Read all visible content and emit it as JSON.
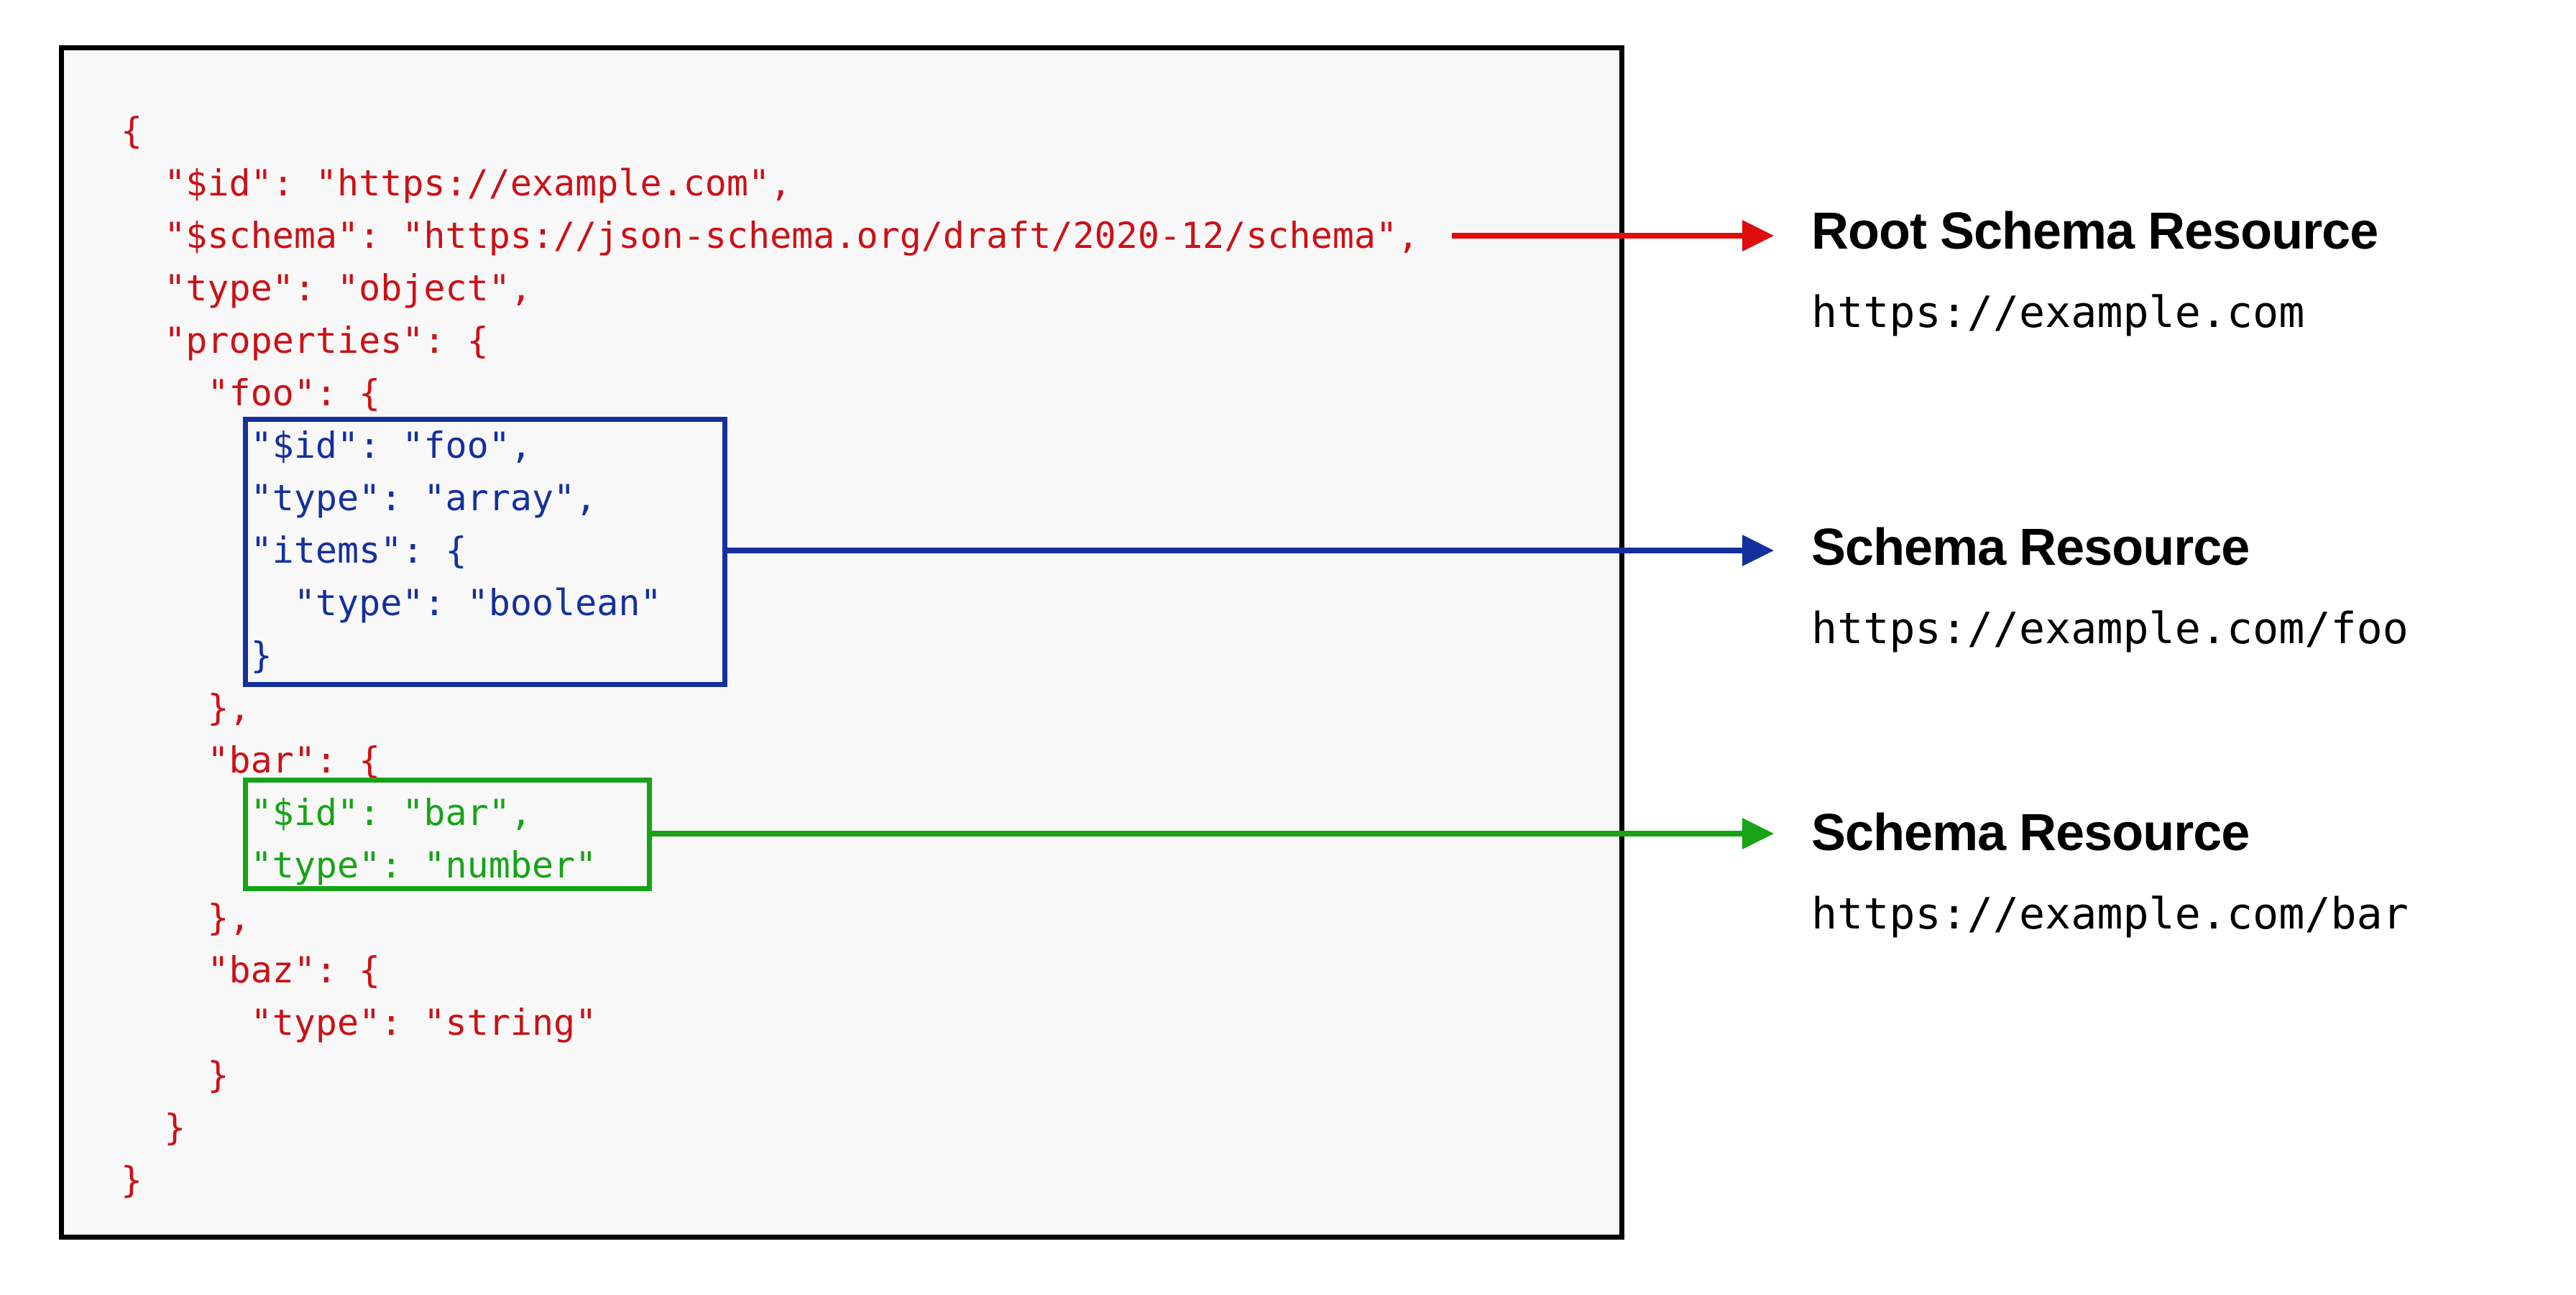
{
  "colors": {
    "red_text": "#cb1117",
    "red_arrow": "#de0e0e",
    "blue": "#14309e",
    "green": "#17a317",
    "panel_bg": "#f8f8f8",
    "panel_border": "#000000",
    "label_text": "#000000",
    "page_bg": "#ffffff"
  },
  "code": {
    "lines": [
      {
        "t": "{",
        "c": "red"
      },
      {
        "t": "  \"$id\": \"https://example.com\",",
        "c": "red"
      },
      {
        "t": "  \"$schema\": \"https://json-schema.org/draft/2020-12/schema\",",
        "c": "red"
      },
      {
        "t": "  \"type\": \"object\",",
        "c": "red"
      },
      {
        "t": "  \"properties\": {",
        "c": "red"
      },
      {
        "t": "    \"foo\": {",
        "c": "red"
      },
      {
        "t": "      \"$id\": \"foo\",",
        "c": "blue"
      },
      {
        "t": "      \"type\": \"array\",",
        "c": "blue"
      },
      {
        "t": "      \"items\": {",
        "c": "blue"
      },
      {
        "t": "        \"type\": \"boolean\"",
        "c": "blue"
      },
      {
        "t": "      }",
        "c": "blue"
      },
      {
        "t": "    },",
        "c": "red"
      },
      {
        "t": "    \"bar\": {",
        "c": "red"
      },
      {
        "t": "      \"$id\": \"bar\",",
        "c": "green"
      },
      {
        "t": "      \"type\": \"number\"",
        "c": "green"
      },
      {
        "t": "    },",
        "c": "red"
      },
      {
        "t": "    \"baz\": {",
        "c": "red"
      },
      {
        "t": "      \"type\": \"string\"",
        "c": "red"
      },
      {
        "t": "    }",
        "c": "red"
      },
      {
        "t": "  }",
        "c": "red"
      },
      {
        "t": "}",
        "c": "red"
      }
    ]
  },
  "labels": [
    {
      "title": "Root Schema Resource",
      "url": "https://example.com",
      "accent": "red"
    },
    {
      "title": "Schema Resource",
      "url": "https://example.com/foo",
      "accent": "blue"
    },
    {
      "title": "Schema Resource",
      "url": "https://example.com/bar",
      "accent": "green"
    }
  ]
}
